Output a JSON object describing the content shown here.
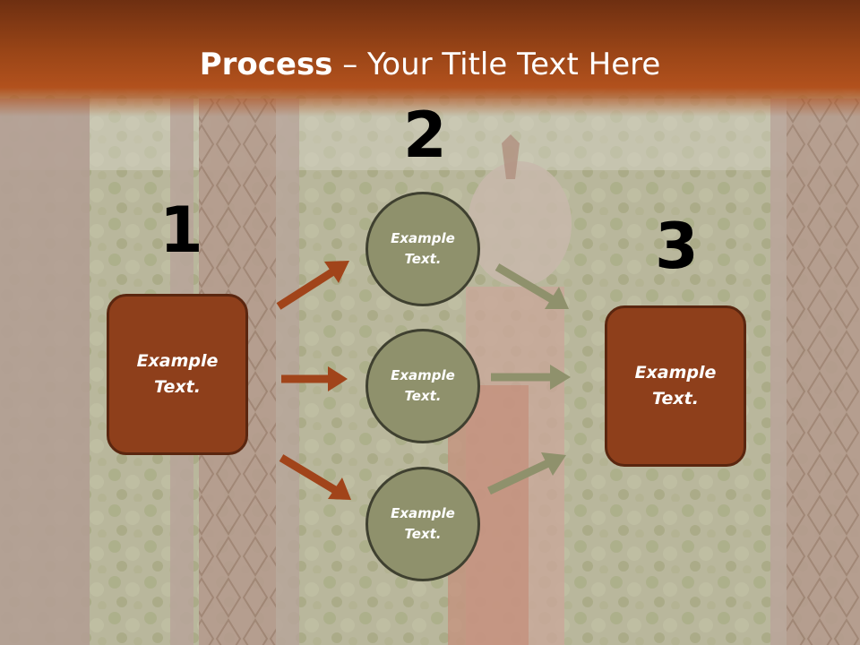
{
  "slide": {
    "title_bold": "Process",
    "title_rest": " – Your Title Text Here",
    "colors": {
      "title_band": "#9a4517",
      "box_fill": "#8e3f1b",
      "box_border": "#5a260f",
      "circle_fill": "#8f916c",
      "circle_border": "#3f4030",
      "arrow_left": "#a1441a",
      "arrow_right": "#8f916c"
    },
    "step_numbers": [
      "1",
      "2",
      "3"
    ],
    "left_box": {
      "label": "Example\nText."
    },
    "circles": [
      {
        "label": "Example\nText."
      },
      {
        "label": "Example\nText."
      },
      {
        "label": "Example\nText."
      }
    ],
    "right_box": {
      "label": "Example\nText."
    }
  }
}
